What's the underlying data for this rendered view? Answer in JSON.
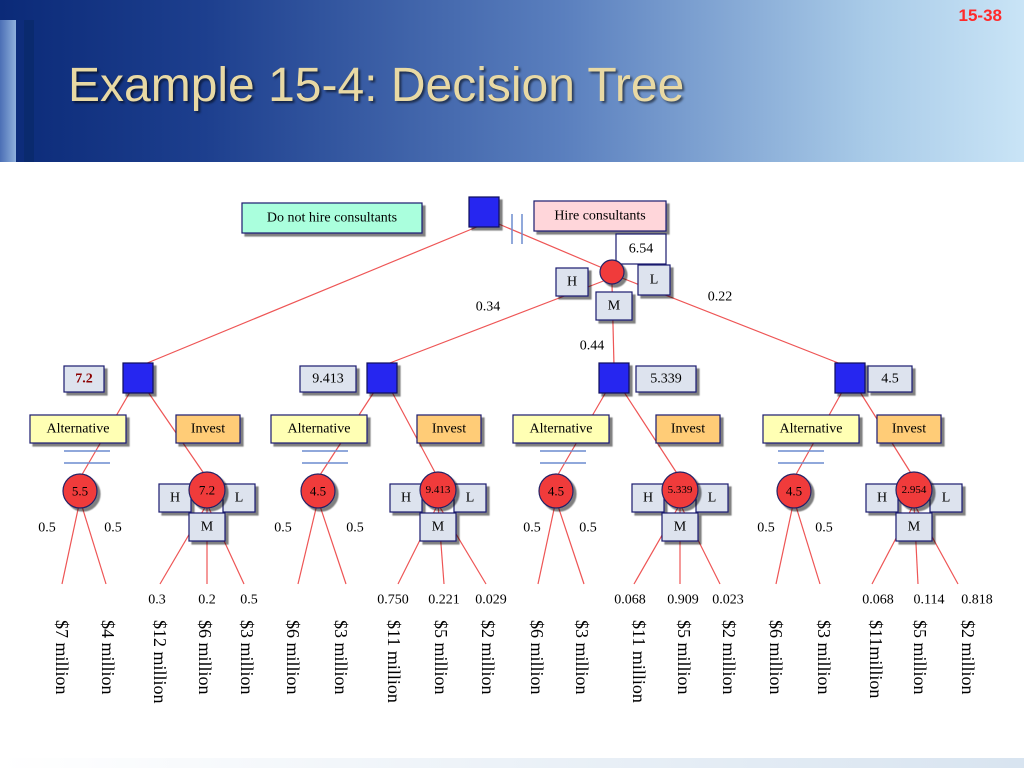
{
  "slide_number": "15-38",
  "title": "Example 15-4: Decision Tree",
  "top": {
    "left_label": "Do not hire consultants",
    "right_label": "Hire consultants",
    "hire_value": "6.54",
    "outcome_labels": [
      "H",
      "M",
      "L"
    ],
    "outcome_probs": [
      "0.34",
      "0.44",
      "0.22"
    ]
  },
  "subtrees": [
    {
      "value": "7.2",
      "value_color": "#8b0000",
      "alt_label": "Alternative",
      "invest_label": "Invest",
      "alt_value": "5.5",
      "alt_probs": [
        "0.5",
        "0.5"
      ],
      "invest_value": "7.2",
      "invest_outcomes": [
        "H",
        "M",
        "L"
      ],
      "invest_probs": [
        "0.3",
        "0.2",
        "0.5"
      ],
      "payoffs": [
        "$7 million",
        "$4 million",
        "$12 million",
        "$6 million",
        "$3 million"
      ]
    },
    {
      "value": "9.413",
      "value_color": "#000000",
      "alt_label": "Alternative",
      "invest_label": "Invest",
      "alt_value": "4.5",
      "alt_probs": [
        "0.5",
        "0.5"
      ],
      "invest_value": "9.413",
      "invest_outcomes": [
        "H",
        "M",
        "L"
      ],
      "invest_probs": [
        "0.750",
        "0.221",
        "0.029"
      ],
      "payoffs": [
        "$6 million",
        "$3 million",
        "$11 million",
        "$5 million",
        "$2 million"
      ]
    },
    {
      "value": "5.339",
      "value_color": "#000000",
      "alt_label": "Alternative",
      "invest_label": "Invest",
      "alt_value": "4.5",
      "alt_probs": [
        "0.5",
        "0.5"
      ],
      "invest_value": "5.339",
      "invest_outcomes": [
        "H",
        "M",
        "L"
      ],
      "invest_probs": [
        "0.068",
        "0.909",
        "0.023"
      ],
      "payoffs": [
        "$6 million",
        "$3 million",
        "$11 million",
        "$5 million",
        "$2 million"
      ]
    },
    {
      "value": "4.5",
      "value_color": "#000000",
      "alt_label": "Alternative",
      "invest_label": "Invest",
      "alt_value": "4.5",
      "alt_probs": [
        "0.5",
        "0.5"
      ],
      "invest_value": "2.954",
      "invest_outcomes": [
        "H",
        "M",
        "L"
      ],
      "invest_probs": [
        "0.068",
        "0.114",
        "0.818"
      ],
      "payoffs": [
        "$6 million",
        "$3 million",
        "$11million",
        "$5 million",
        "$2 million"
      ]
    }
  ],
  "colors": {
    "decision_node": "#2828f0",
    "chance_node": "#f03a3a",
    "edge": "#ee5555",
    "alt_box": "#ffffb4",
    "invest_box": "#ffcc77",
    "no_hire_box": "#aaffdd",
    "hire_box": "#ffd6da",
    "outcome_box": "#dde3ee"
  }
}
